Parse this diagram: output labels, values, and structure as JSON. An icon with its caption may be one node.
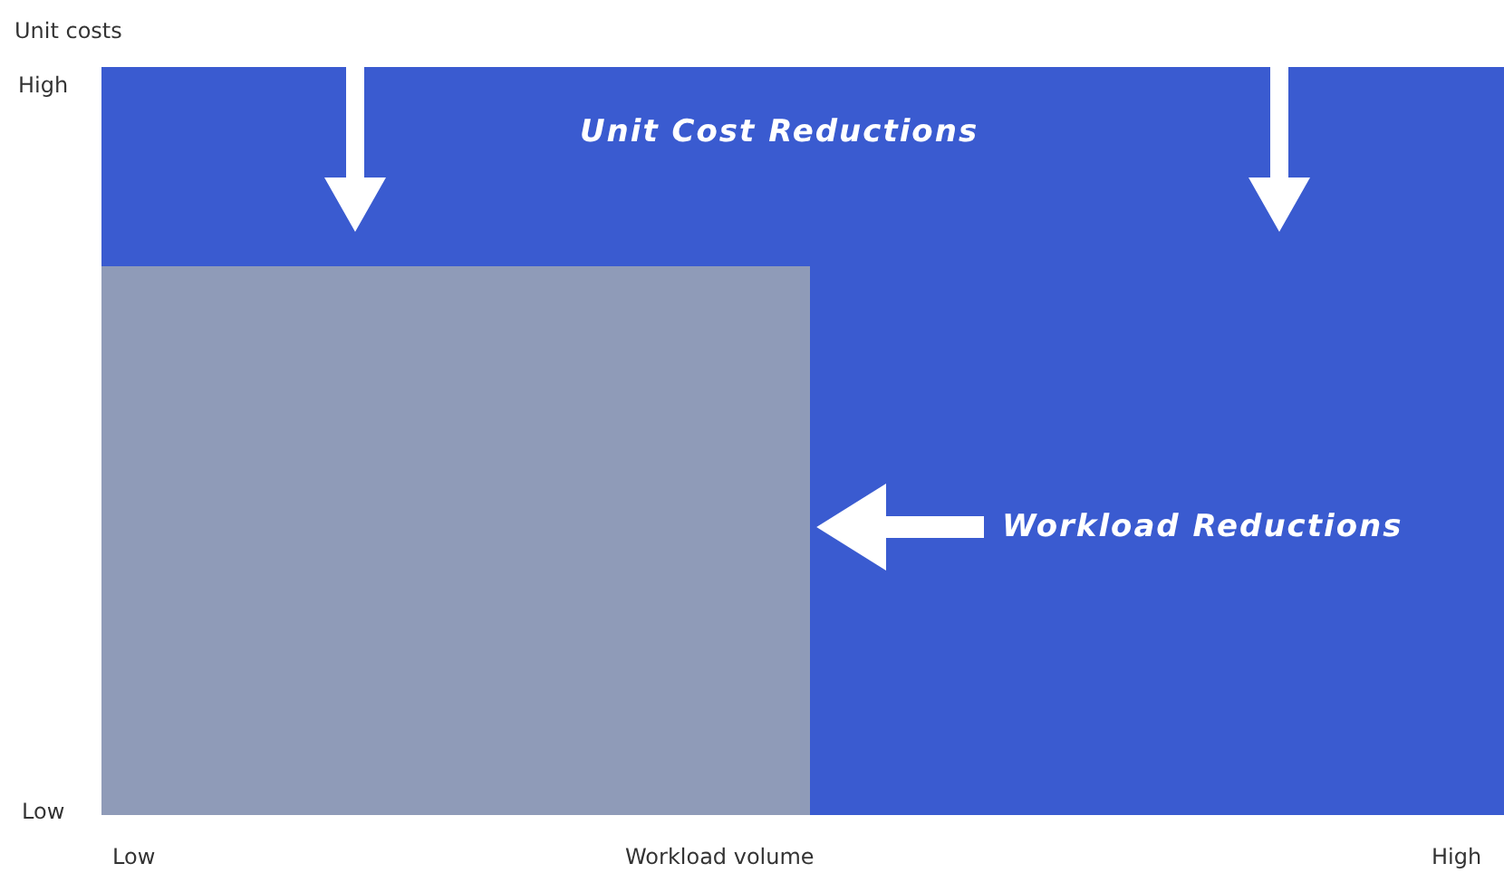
{
  "diagram": {
    "nodes": [
      {
        "text": [
          "Unit Cost Reductions"
        ]
      },
      {
        "text": [],
        "shape": "box",
        "in": 0
      },
      {
        "text": [
          "Workload Reductions"
        ],
        "in": 0
      }
    ],
    "edges": [
      {
        "from": 2,
        "to": 1,
        "arrow": "to"
      }
    ],
    "labels": [
      "Unit costs",
      "High",
      "Low",
      "Low",
      "Workload volume",
      "High"
    ]
  }
}
